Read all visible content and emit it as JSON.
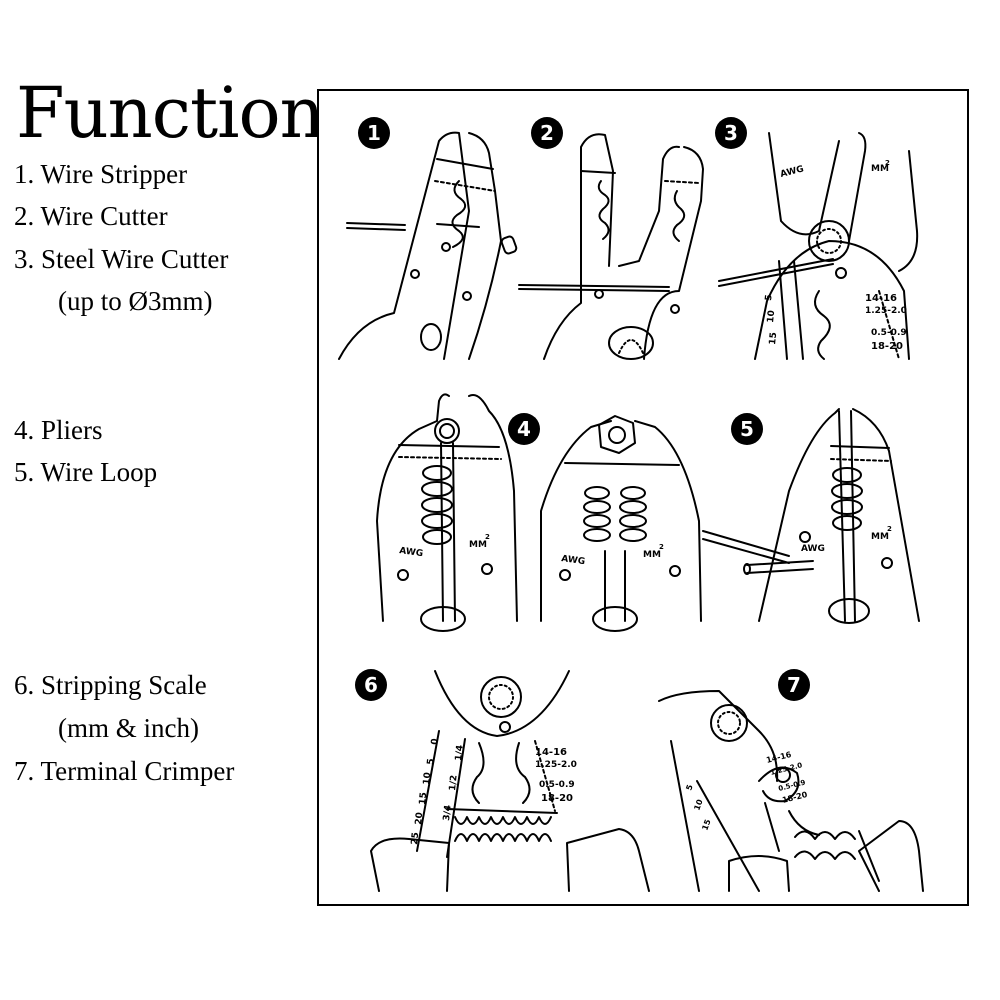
{
  "heading": "Functions",
  "functions": [
    {
      "line": "1. Wire Stripper"
    },
    {
      "line": "2. Wire Cutter"
    },
    {
      "line": "3. Steel Wire Cutter"
    },
    {
      "line": "(up to Ø3mm)"
    },
    {
      "line": "4. Pliers"
    },
    {
      "line": "5. Wire Loop"
    },
    {
      "line": "6. Stripping Scale"
    },
    {
      "line": "(mm & inch)"
    },
    {
      "line": "7. Terminal Crimper"
    }
  ],
  "steps": [
    "1",
    "2",
    "3",
    "4",
    "5",
    "6",
    "7"
  ],
  "tool_labels": {
    "awg": "AWG",
    "mm2": "MM",
    "sq": "2",
    "gauge_a": "14-16",
    "gauge_b": "1.25-2.0",
    "gauge_c": "0.5-0.9",
    "gauge_d": "18-20",
    "scale_0": "0",
    "scale_5": "5",
    "scale_10": "10",
    "scale_15": "15",
    "scale_20": "20",
    "scale_25": "25",
    "inch_quarter": "1/4",
    "inch_half": "1/2",
    "inch_three_quarter": "3/4"
  }
}
